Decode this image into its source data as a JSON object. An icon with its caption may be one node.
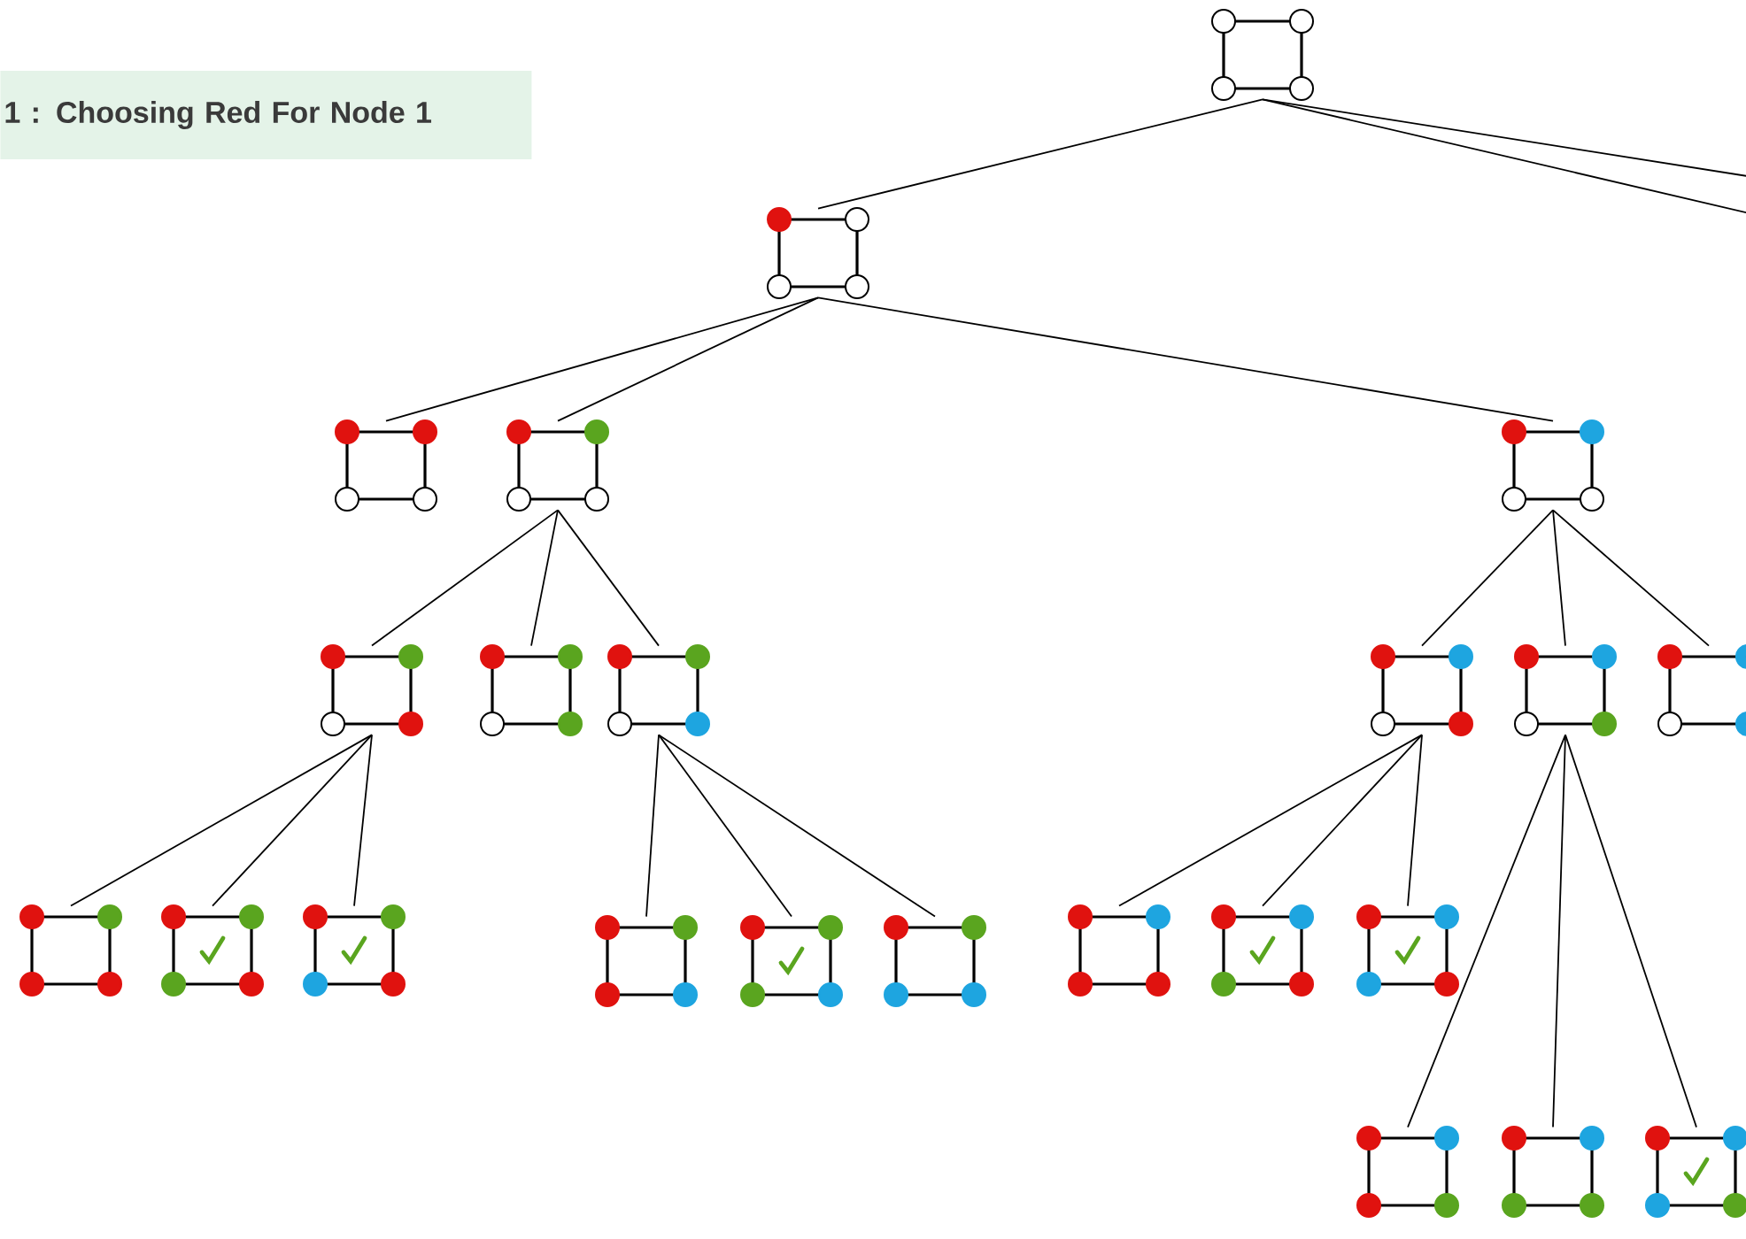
{
  "diagram": {
    "title": "1 : Choosing Red For Node 1",
    "nodes": [
      {
        "text": [],
        "shape": "box"
      },
      {
        "text": [],
        "shape": "box"
      },
      {
        "text": [],
        "shape": "box"
      },
      {
        "text": [],
        "shape": "box"
      },
      {
        "text": [],
        "shape": "box"
      },
      {
        "text": [],
        "shape": "box"
      },
      {
        "text": [],
        "shape": "box"
      },
      {
        "text": [],
        "shape": "box"
      },
      {
        "text": [],
        "shape": "box"
      },
      {
        "text": [],
        "shape": "box"
      },
      {
        "text": [],
        "shape": "box"
      },
      {
        "text": [],
        "shape": "box"
      },
      {
        "text": [],
        "shape": "box"
      },
      {
        "text": [],
        "shape": "box"
      },
      {
        "text": [],
        "shape": "box"
      },
      {
        "text": [],
        "shape": "box"
      },
      {
        "text": [],
        "shape": "box"
      },
      {
        "text": [],
        "shape": "box"
      },
      {
        "text": [],
        "shape": "box"
      },
      {
        "text": [],
        "shape": "box"
      },
      {
        "text": [],
        "shape": "box"
      },
      {
        "text": [],
        "shape": "box"
      },
      {
        "text": [],
        "shape": "box"
      }
    ],
    "edges": [
      {
        "from": 0,
        "to": 1,
        "arrow": "none"
      },
      {
        "from": 0,
        "to": null,
        "arrow": "none"
      },
      {
        "from": 0,
        "to": null,
        "arrow": "none"
      },
      {
        "from": 1,
        "to": 2,
        "arrow": "none"
      },
      {
        "from": 1,
        "to": 3,
        "arrow": "none"
      },
      {
        "from": 1,
        "to": 4,
        "arrow": "none"
      },
      {
        "from": 3,
        "to": 5,
        "arrow": "none"
      },
      {
        "from": 3,
        "to": 6,
        "arrow": "none"
      },
      {
        "from": 3,
        "to": 7,
        "arrow": "none"
      },
      {
        "from": 4,
        "to": 8,
        "arrow": "none"
      },
      {
        "from": 4,
        "to": 9,
        "arrow": "none"
      },
      {
        "from": 4,
        "to": 10,
        "arrow": "none"
      },
      {
        "from": 5,
        "to": 11,
        "arrow": "none"
      },
      {
        "from": 5,
        "to": 12,
        "arrow": "none"
      },
      {
        "from": 5,
        "to": 13,
        "arrow": "none"
      },
      {
        "from": 7,
        "to": 14,
        "arrow": "none"
      },
      {
        "from": 7,
        "to": 15,
        "arrow": "none"
      },
      {
        "from": 7,
        "to": 16,
        "arrow": "none"
      },
      {
        "from": 8,
        "to": 17,
        "arrow": "none"
      },
      {
        "from": 8,
        "to": 18,
        "arrow": "none"
      },
      {
        "from": 8,
        "to": 19,
        "arrow": "none"
      },
      {
        "from": 9,
        "to": 20,
        "arrow": "none"
      },
      {
        "from": 9,
        "to": 21,
        "arrow": "none"
      },
      {
        "from": 9,
        "to": 22,
        "arrow": "none"
      }
    ]
  }
}
